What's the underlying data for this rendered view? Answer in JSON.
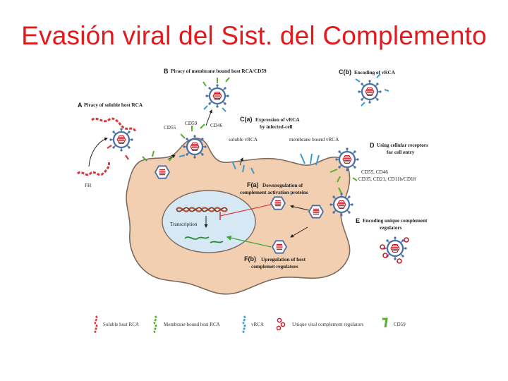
{
  "title": "Evasión viral del Sist. del Complemento",
  "diagram": {
    "labels": {
      "b_letter": "B",
      "b_text": "Piracy of membrane bound host RCA/CD59",
      "cb_letter": "C(b)",
      "cb_text": "Encoding of vRCA",
      "a_letter": "A",
      "a_text": "Piracy of soluble host RCA",
      "ca_letter": "C(a)",
      "ca_text_1": "Expression of vRCA",
      "ca_text_2": "by infected-cell",
      "cd55_left": "CD55",
      "cd59": "CD59",
      "cd46": "CD46",
      "soluble_vrca": "soluble vRCA",
      "membrane_vrca": "membrane bound vRCA",
      "d_letter": "D",
      "d_text_1": "Using cellular receptors",
      "d_text_2": "for cell entry",
      "d_receptors_1": "CD55, CD46",
      "d_receptors_2": "CD35, CD21, CD11b/CD18",
      "fh": "FH",
      "fa_letter": "F(a)",
      "fa_text_1": "Downregulation of",
      "fa_text_2": "complement activation proteins",
      "transcription": "Transcription",
      "e_letter": "E",
      "e_text_1": "Encoding unique complement",
      "e_text_2": "regulators",
      "fb_letter": "F(b)",
      "fb_text_1": "Upregulation of host",
      "fb_text_2": "complemet regulators"
    },
    "legend": [
      {
        "label": "Soluble host RCA",
        "icon": "soluble-rca-icon"
      },
      {
        "label": "Membrane-bound host RCA",
        "icon": "membrane-rca-icon"
      },
      {
        "label": "vRCA",
        "icon": "vrca-icon"
      },
      {
        "label": "Unique viral complement regulators",
        "icon": "unique-regulator-icon"
      },
      {
        "label": "CD59",
        "icon": "cd59-icon"
      }
    ],
    "colors": {
      "cell": "#f2cfb0",
      "nucleus": "#d5e8f4",
      "virus": "#4a6fa5",
      "genome": "#c2202b",
      "soluble_rca": "#d9363e",
      "membrane_rca": "#55b030",
      "vrca": "#3a9ad0",
      "title": "#e5191c"
    }
  }
}
